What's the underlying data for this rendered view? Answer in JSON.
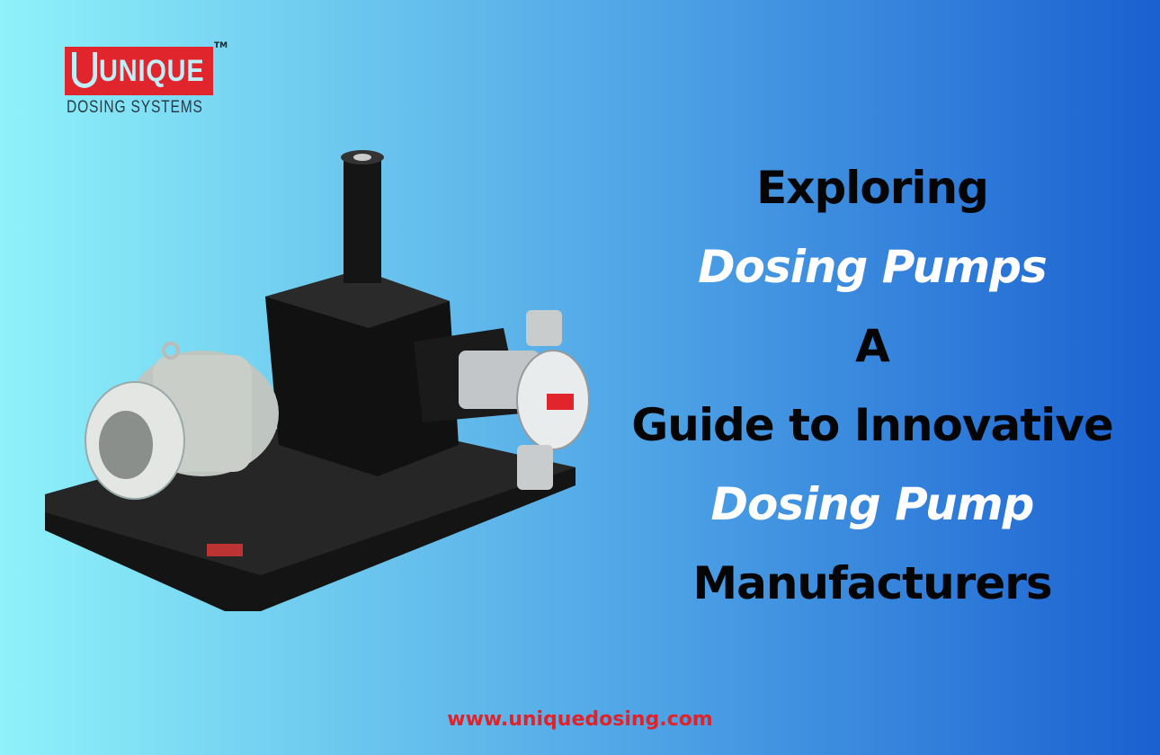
{
  "logo": {
    "brand": "UNIQUE",
    "tagline": "DOSING SYSTEMS",
    "trademark": "TM",
    "color": "#e0262c"
  },
  "headline": {
    "line1": "Exploring",
    "line2": "Dosing Pumps",
    "line3": "A",
    "line4": "Guide to Innovative",
    "line5": "Dosing Pump",
    "line6": "Manufacturers"
  },
  "website": "www.uniquedosing.com",
  "colors": {
    "accent_red": "#e0232a",
    "gradient_left": "#8ff2fa",
    "gradient_right": "#1a60cf"
  }
}
